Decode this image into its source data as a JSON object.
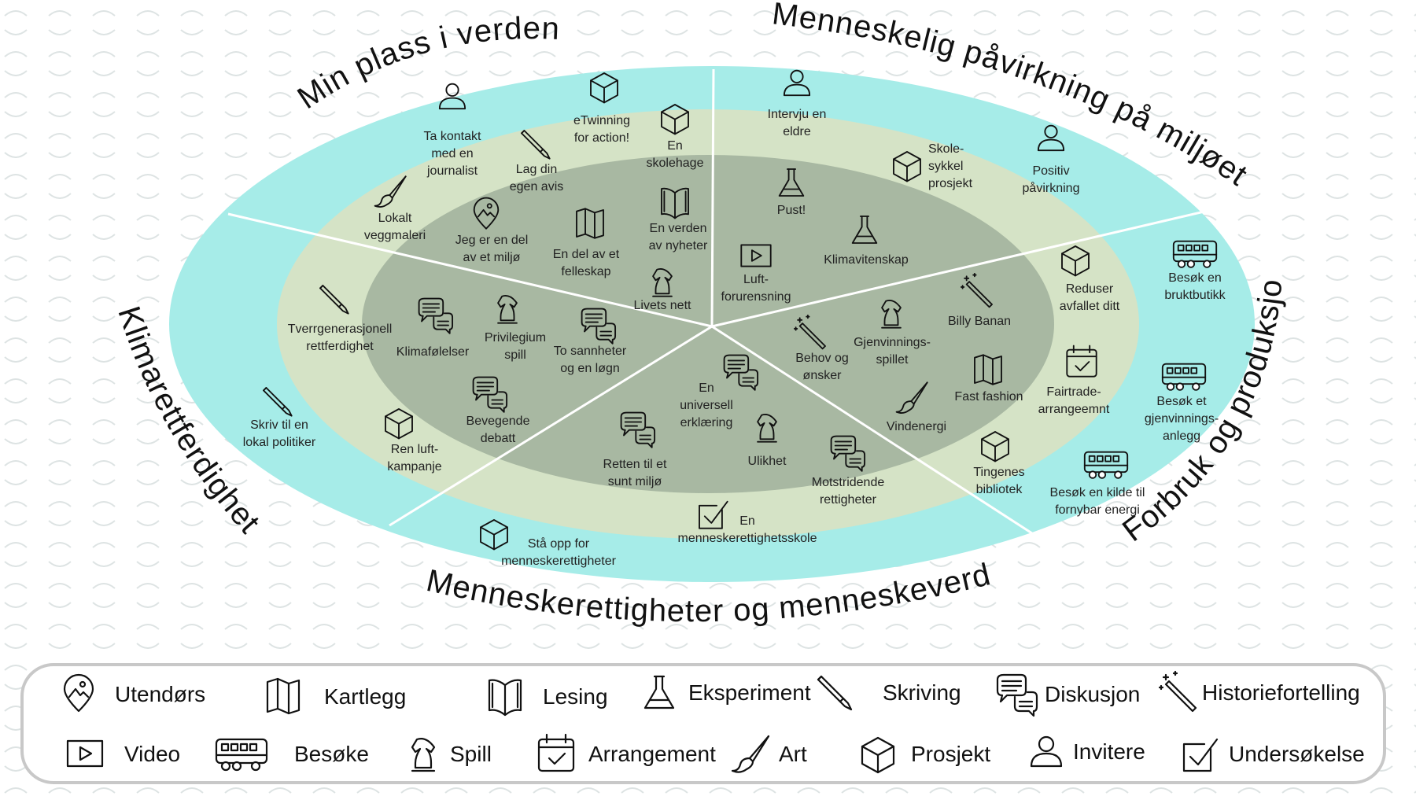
{
  "sectors": {
    "top_left": "Min plass i verden",
    "top_right": "Menneskelig påvirkning på miljøet",
    "left": "Klimarettferdighet",
    "right": "Forbruk og produksjon",
    "bottom": "Menneskerettigheter og menneskeverd"
  },
  "activities": [
    {
      "icon": "person-icon",
      "lines": [
        "Ta kontakt",
        "med en",
        "journalist"
      ]
    },
    {
      "icon": "cube-icon",
      "lines": [
        "eTwinning",
        "for action!"
      ]
    },
    {
      "icon": "pencil-icon",
      "lines": [
        "Lag din",
        "egen avis"
      ]
    },
    {
      "icon": "cube-icon",
      "lines": [
        "En",
        "skolehage"
      ]
    },
    {
      "icon": "brush-icon",
      "lines": [
        "Lokalt",
        "veggmaleri"
      ]
    },
    {
      "icon": "map-pin-icon",
      "lines": [
        "Jeg er en del",
        "av et miljø"
      ]
    },
    {
      "icon": "map-icon",
      "lines": [
        "En del av et",
        "felleskap"
      ]
    },
    {
      "icon": "book-icon",
      "lines": [
        "En verden",
        "av nyheter"
      ]
    },
    {
      "icon": "chess-knight-icon",
      "lines": [
        "Livets nett"
      ]
    },
    {
      "icon": "person-icon",
      "lines": [
        "Intervju en",
        "eldre"
      ]
    },
    {
      "icon": "flask-icon",
      "lines": [
        "Pust!"
      ]
    },
    {
      "icon": "cube-icon",
      "lines": [
        "Skole-",
        "sykkel",
        "prosjekt"
      ]
    },
    {
      "icon": "person-icon",
      "lines": [
        "Positiv",
        "påvirkning"
      ]
    },
    {
      "icon": "flask-icon",
      "lines": [
        "Klimavitenskap"
      ]
    },
    {
      "icon": "video-icon",
      "lines": [
        "Luft-",
        "forurensning"
      ]
    },
    {
      "icon": "bus-icon",
      "lines": [
        "Besøk en",
        "bruktbutikk"
      ]
    },
    {
      "icon": "cube-icon",
      "lines": [
        "Reduser",
        "avfallet ditt"
      ]
    },
    {
      "icon": "wand-icon",
      "lines": [
        "Billy Banan"
      ]
    },
    {
      "icon": "chess-knight-icon",
      "lines": [
        "Gjenvinnings-",
        "spillet"
      ]
    },
    {
      "icon": "wand-icon",
      "lines": [
        "Behov og",
        "ønsker"
      ]
    },
    {
      "icon": "map-icon",
      "lines": [
        "Fast fashion"
      ]
    },
    {
      "icon": "calendar-icon",
      "lines": [
        "Fairtrade-",
        "arrangeemnt"
      ]
    },
    {
      "icon": "bus-icon",
      "lines": [
        "Besøk et",
        "gjenvinnings-",
        "anlegg"
      ]
    },
    {
      "icon": "brush-icon",
      "lines": [
        "Vindenergi"
      ]
    },
    {
      "icon": "cube-icon",
      "lines": [
        "Tingenes",
        "bibliotek"
      ]
    },
    {
      "icon": "bus-icon",
      "lines": [
        "Besøk en kilde til",
        "fornybar energi"
      ]
    },
    {
      "icon": "pencil-icon",
      "lines": [
        "Tverrgenerasjonell",
        "rettferdighet"
      ]
    },
    {
      "icon": "chat-icon",
      "lines": [
        "Klimafølelser"
      ]
    },
    {
      "icon": "chess-knight-icon",
      "lines": [
        "Privilegium",
        "spill"
      ]
    },
    {
      "icon": "chat-icon",
      "lines": [
        "To sannheter",
        "og en løgn"
      ]
    },
    {
      "icon": "pencil-icon",
      "lines": [
        "Skriv til en",
        "lokal politiker"
      ]
    },
    {
      "icon": "chat-icon",
      "lines": [
        "Bevegende",
        "debatt"
      ]
    },
    {
      "icon": "cube-icon",
      "lines": [
        "Ren luft-",
        "kampanje"
      ]
    },
    {
      "icon": "chat-icon",
      "lines": [
        "En",
        "universell",
        "erklæring"
      ]
    },
    {
      "icon": "chat-icon",
      "lines": [
        "Retten til et",
        "sunt miljø"
      ]
    },
    {
      "icon": "chess-knight-icon",
      "lines": [
        "Ulikhet"
      ]
    },
    {
      "icon": "chat-icon",
      "lines": [
        "Motstridende",
        "rettigheter"
      ]
    },
    {
      "icon": "checkbox-icon",
      "lines": [
        "En",
        "menneskerettighetsskole"
      ]
    },
    {
      "icon": "cube-icon",
      "lines": [
        "Stå opp for",
        "menneskerettigheter"
      ]
    }
  ],
  "legend": [
    {
      "icon": "map-pin-icon",
      "label": "Utendørs"
    },
    {
      "icon": "map-icon",
      "label": "Kartlegg"
    },
    {
      "icon": "book-icon",
      "label": "Lesing"
    },
    {
      "icon": "flask-icon",
      "label": "Eksperiment"
    },
    {
      "icon": "pencil-icon",
      "label": "Skriving"
    },
    {
      "icon": "chat-icon",
      "label": "Diskusjon"
    },
    {
      "icon": "wand-icon",
      "label": "Historiefortelling"
    },
    {
      "icon": "video-icon",
      "label": "Video"
    },
    {
      "icon": "bus-icon",
      "label": "Besøke"
    },
    {
      "icon": "chess-knight-icon",
      "label": "Spill"
    },
    {
      "icon": "calendar-icon",
      "label": "Arrangement"
    },
    {
      "icon": "brush-icon",
      "label": "Art"
    },
    {
      "icon": "cube-icon",
      "label": "Prosjekt"
    },
    {
      "icon": "person-icon",
      "label": "Invitere"
    },
    {
      "icon": "checkbox-icon",
      "label": "Undersøkelse"
    }
  ],
  "colors": {
    "outer_ring": "#a6ece8",
    "middle_ring": "#d5e3c6",
    "inner_ring": "#a8b8a2",
    "divider": "#ffffff",
    "pattern": "#d8e0e0"
  }
}
